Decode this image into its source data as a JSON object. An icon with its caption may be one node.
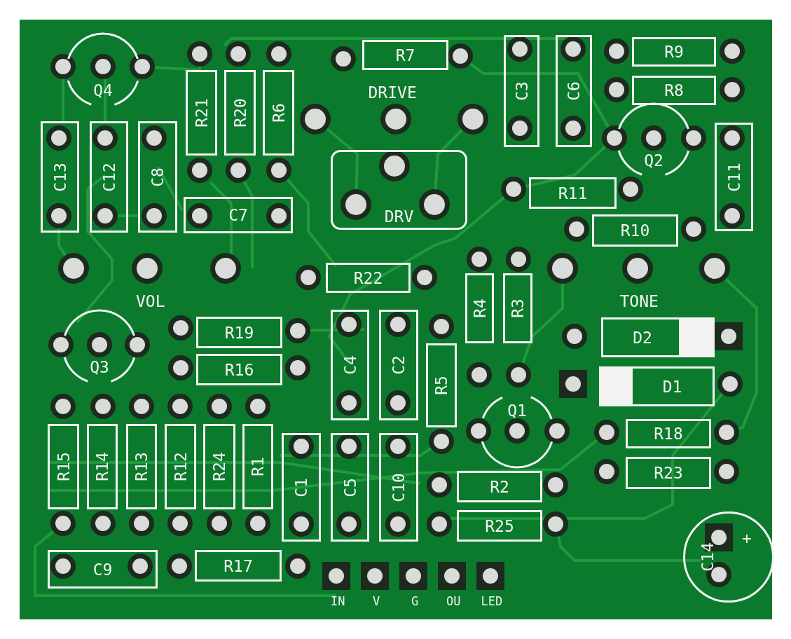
{
  "diagram": {
    "nodes": [
      {
        "text": [
          "Q4"
        ]
      },
      {
        "text": [
          "R7"
        ]
      },
      {
        "text": [
          "C3"
        ]
      },
      {
        "text": [
          "C6"
        ]
      },
      {
        "text": [
          "R9"
        ]
      },
      {
        "text": [
          "R8"
        ]
      },
      {
        "text": [
          "R21"
        ]
      },
      {
        "text": [
          "R20"
        ]
      },
      {
        "text": [
          "R6"
        ]
      },
      {
        "text": [
          "C13"
        ]
      },
      {
        "text": [
          "C12"
        ]
      },
      {
        "text": [
          "C8"
        ]
      },
      {
        "text": [
          "C7"
        ]
      },
      {
        "text": [
          "DRV"
        ]
      },
      {
        "text": [
          "Q2"
        ]
      },
      {
        "text": [
          "C11"
        ]
      },
      {
        "text": [
          "R11"
        ]
      },
      {
        "text": [
          "R10"
        ]
      },
      {
        "text": [
          "R22"
        ]
      },
      {
        "text": [
          "R4"
        ]
      },
      {
        "text": [
          "R3"
        ]
      },
      {
        "text": [
          "Q3"
        ]
      },
      {
        "text": [
          "R19"
        ]
      },
      {
        "text": [
          "R16"
        ]
      },
      {
        "text": [
          "C4"
        ]
      },
      {
        "text": [
          "C2"
        ]
      },
      {
        "text": [
          "R5"
        ]
      },
      {
        "text": [
          "D2"
        ]
      },
      {
        "text": [
          "D1"
        ]
      },
      {
        "text": [
          "Q1"
        ]
      },
      {
        "text": [
          "R18"
        ]
      },
      {
        "text": [
          "R23"
        ]
      },
      {
        "text": [
          "R15"
        ]
      },
      {
        "text": [
          "R14"
        ]
      },
      {
        "text": [
          "R13"
        ]
      },
      {
        "text": [
          "R12"
        ]
      },
      {
        "text": [
          "R24"
        ]
      },
      {
        "text": [
          "R1"
        ]
      },
      {
        "text": [
          "C1"
        ]
      },
      {
        "text": [
          "C5"
        ]
      },
      {
        "text": [
          "C10"
        ]
      },
      {
        "text": [
          "R2"
        ]
      },
      {
        "text": [
          "R25"
        ]
      },
      {
        "text": [
          "C14"
        ]
      },
      {
        "text": [
          "C9"
        ]
      },
      {
        "text": [
          "R17"
        ]
      }
    ],
    "labels": [
      "DRIVE",
      "VOL",
      "TONE",
      "+",
      "IN",
      "V",
      "G",
      "OU",
      "LED"
    ]
  }
}
